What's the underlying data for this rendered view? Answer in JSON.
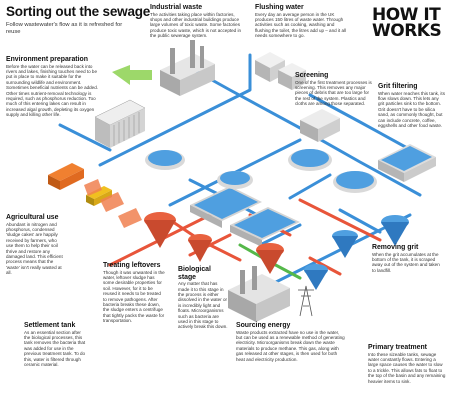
{
  "header": {
    "title": "Sorting out the sewage",
    "subtitle": "Follow wastewater's flow as it is refreshed for reuse"
  },
  "logo": {
    "line1": "HOW IT",
    "line2": "WORKS"
  },
  "colors": {
    "pipe_blue": "#3a8fd8",
    "pipe_red": "#e8553a",
    "pipe_green": "#55b84a",
    "tank_water": "#4f9fe0",
    "tank_sludge": "#e8613f",
    "concrete": "#d9d9d9",
    "arrow_green": "#9dd86a"
  },
  "labels": [
    {
      "id": "industrial-waste",
      "title": "Industrial waste",
      "body": "The activities taking place within factories, shops and other industrial buildings produce large volumes of toxic waste. Some factories produce toxic waste, which is not accepted in the public sewerage system."
    },
    {
      "id": "flushing-water",
      "title": "Flushing water",
      "body": "Every day an average person in the UK produces 150 litres of waste water. Through activities such as cooking, washing and flushing the toilet, the litres add up – and it all needs somewhere to go."
    },
    {
      "id": "environment-preparation",
      "title": "Environment preparation",
      "body": "Before the water can be released back into rivers and lakes, finishing touches need to be put in place to make it suitable for the surrounding wildlife and environment. Sometimes beneficial nutrients can be added. Other times nutrient-removal technology is required, such as phosphorus reduction. Too much of this entering lakes can result in increased algal growth, depleting its oxygen supply and killing other life."
    },
    {
      "id": "screening",
      "title": "Screening",
      "body": "One of the first treatment processes is screening. This removes any major pieces of debris that are too large for the rest of the system. Plastics and cloths are among those separated."
    },
    {
      "id": "grit-filtering",
      "title": "Grit filtering",
      "body": "When water reaches this tank, its flow slows down. This lets any grit particles sink to the bottom. Grit doesn't have to be silica sand, as commonly thought, but can include concrete, coffee, eggshells and other food waste."
    },
    {
      "id": "agricultural-use",
      "title": "Agricultural use",
      "body": "Abundant in nitrogen and phosphorus, condensed 'sludge cakes' are happily received by farmers, who use them to help their soil thrive and restore any damaged land. This efficient process means that the 'waste' isn't really wasted at all."
    },
    {
      "id": "removing-grit",
      "title": "Removing grit",
      "body": "When the grit accumulates at the bottom of the tank, it is scraped away out of the system and taken to landfill."
    },
    {
      "id": "treating-leftovers",
      "title": "Treating leftovers",
      "body": "Though it was unwanted in the water, leftover sludge has some desirable properties for soil. However, for it to be reused it needs to be treated to remove pathogens. After bacteria breaks these down, the sludge enters a centrifuge that tightly packs the waste for transportation."
    },
    {
      "id": "biological-stage",
      "title": "Biological stage",
      "body": "Any matter that has made it to this stage in the process is either dissolved in the water or is incredibly light and floats. Microorganisms such as bacteria are used in this stage to actively break this down."
    },
    {
      "id": "settlement-tank",
      "title": "Settlement tank",
      "body": "As an essential section after the biological processes, this tank removes the bacteria that was added for use in the previous treatment tank. To do this, water is filtered through ceramic material."
    },
    {
      "id": "sourcing-energy",
      "title": "Sourcing energy",
      "body": "Waste products extracted have no use in the water, but can be used as a renewable method of generating electricity. Microorganisms break down the waste materials to produce methane. This gas, along with gas released at other stages, is then used for both heat and electricity production."
    },
    {
      "id": "primary-treatment",
      "title": "Primary treatment",
      "body": "Into these sizeable tanks, sewage water constantly flows. Entering a large space causes the water to slow to a trickle. This allows fats to float to the top of the basin and any remaining heavier items to sink."
    }
  ]
}
